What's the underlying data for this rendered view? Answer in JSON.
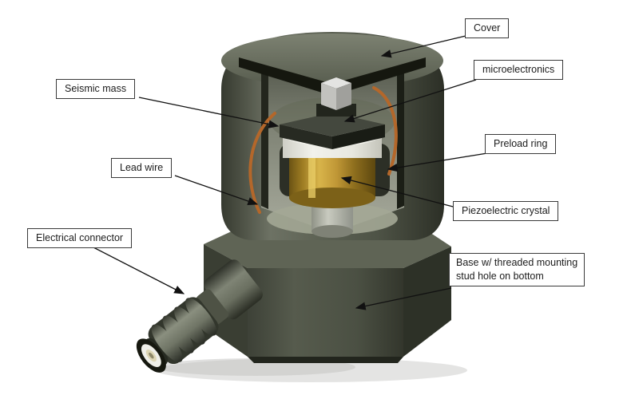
{
  "labels": {
    "cover": "Cover",
    "microelectronics": "microelectronics",
    "seismic_mass": "Seismic mass",
    "preload_ring": "Preload ring",
    "lead_wire": "Lead wire",
    "piezoelectric_crystal": "Piezoelectric crystal",
    "electrical_connector": "Electrical connector",
    "base_line1": "Base w/ threaded mounting",
    "base_line2": "stud hole on bottom"
  },
  "colors": {
    "background": "#ffffff",
    "label_border": "#3a3a3a",
    "arrow": "#111111",
    "cover_body": "#565b4f",
    "piezo_gold": "#c09736",
    "copper_wire": "#b4672a",
    "insulator_white": "#efefe8"
  }
}
